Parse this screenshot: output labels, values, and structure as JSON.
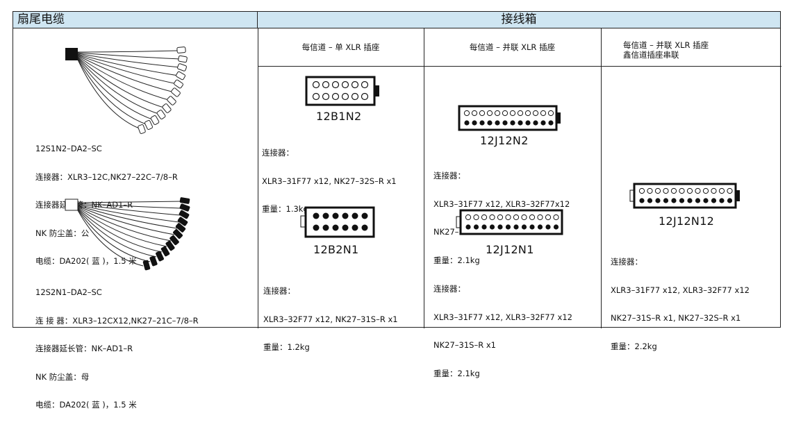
{
  "header": {
    "left_title": "扇尾电缆",
    "right_title": "接线箱"
  },
  "columns": {
    "single": "每信道 – 单 XLR 插座",
    "parallel": "每信道 – 并联 XLR 插座",
    "chain_line1": "每信道 – 并联 XLR 插座",
    "chain_line2": "鑫信道插座串联"
  },
  "cables": [
    {
      "model": "12S1N2–DA2–SC",
      "l1": "连接器：XLR3–12C,NK27–22C–7/8–R",
      "l2": "连接器延长管：NK–AD1–R",
      "l3": "NK 防尘盖：公",
      "l4": "电缆：DA202( 蓝 )，1.5 米",
      "icon": "fan-cable-female-icon"
    },
    {
      "model": "12S2N1–DA2–SC",
      "l1": "连 接 器：XLR3–12CX12,NK27–21C–7/8–R",
      "l2": "连接器延长管：NK–AD1–R",
      "l3": "NK 防尘盖：母",
      "l4": "电缆：DA202( 蓝 )，1.5 米",
      "icon": "fan-cable-male-icon"
    }
  ],
  "boxes": {
    "b12B1N2": {
      "model": "12B1N2",
      "l1": "连接器：",
      "l2": "XLR3–31F77 x12, NK27–32S–R x1",
      "l3": "重量：1.3kg"
    },
    "b12B2N1": {
      "model": "12B2N1",
      "l1": "连接器：",
      "l2": "XLR3–32F77 x12, NK27–31S–R x1",
      "l3": "重量：1.2kg"
    },
    "b12J12N2": {
      "model": "12J12N2",
      "l1": "连接器：",
      "l2": "XLR3–31F77 x12, XLR3–32F77x12",
      "l3": "NK27–32S–R x1",
      "l4": "重量：2.1kg"
    },
    "b12J12N1": {
      "model": "12J12N1",
      "l1": "连接器：",
      "l2": "XLR3–31F77 x12, XLR3–32F77 x12",
      "l3": "NK27–31S–R x1",
      "l4": "重量：2.1kg"
    },
    "b12J12N12": {
      "model": "12J12N12",
      "l1": "连接器：",
      "l2": "XLR3–31F77 x12, XLR3–32F77 x12",
      "l3": "NK27–31S–R x1, NK27–32S–R x1",
      "l4": "重量：2.2kg"
    }
  }
}
